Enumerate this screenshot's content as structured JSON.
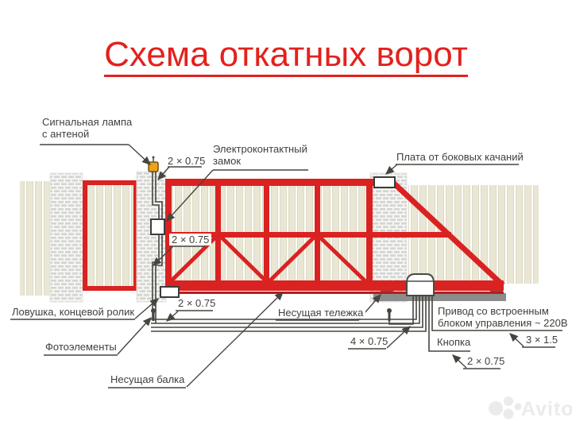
{
  "title": "Схема откатных ворот",
  "colors": {
    "title_red": "#e3211c",
    "gate_red": "#d92221",
    "rail_dark_red": "#b2201d",
    "line_gray": "#47453f",
    "plank_beige": "#e9e6d3",
    "brick_gray": "#d4d4d1",
    "foundation_gray": "#8c8c8c",
    "lamp_orange": "#f0a11c"
  },
  "labels": {
    "signal_lamp": {
      "line1": "Сигнальная лампа",
      "line2": "с антеной"
    },
    "wire_top": "2 × 0.75",
    "lock": {
      "line1": "Электроконтактный",
      "line2": "замок"
    },
    "plate": "Плата от боковых качаний",
    "wire_mid": "2 × 0.75",
    "trap": "Ловушка, концевой ролик",
    "photocells": "Фотоэлементы",
    "wire_bottom_left": "2 × 0.75",
    "carriage": "Несущая тележка",
    "beam": "Несущая балка",
    "wire_photo": "4 × 0.75",
    "drive": {
      "line1": "Привод со встроенным",
      "line2": "блоком управления ~ 220В"
    },
    "wire_power": "3 × 1.5",
    "button": "Кнопка",
    "wire_button": "2 × 0.75"
  },
  "watermark": {
    "text": "Avito"
  }
}
